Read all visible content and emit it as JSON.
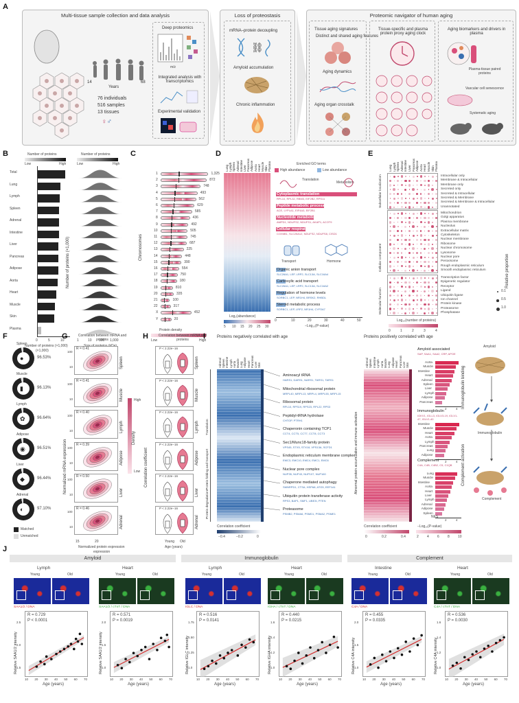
{
  "panel_a": {
    "letter": "A",
    "box1_title": "Multi-tissue sample collection and data analysis",
    "box2_title": "Loss of proteostasis",
    "box3_title": "Proteomic navigator of human aging",
    "years_label": "Years",
    "age_min": "14",
    "age_max": "68",
    "stats": [
      "76 individuals",
      "516 samples",
      "13 tissues"
    ],
    "deep_proteomics": "Deep proteomics",
    "mz_label": "m/z",
    "integrated": "Integrated analysis with transcriptomics",
    "validation": "Experimental validation",
    "loss_items": [
      "mRNA–protein decoupling",
      "Amyloid accumulation",
      "Chronic inflammation"
    ],
    "nav_col1_title": "Tissue aging signatures",
    "nav_col1_sub": "Distinct and shared aging features",
    "nav_col1_items": [
      "Aging dynamics",
      "Aging organ crosstalk"
    ],
    "nav_col2_title": "Tissue-specific and plasma protein proxy aging clock",
    "nav_col3_title": "Aging biomarkers and drivers in plasma",
    "nav_col3_items": [
      "Plasma-tissue paired proteins",
      "Vascular cell senescence",
      "Systematic aging"
    ]
  },
  "panel_b": {
    "letter": "B",
    "legend_title": "Number of proteins",
    "legend_low": "Low",
    "legend_high": "High",
    "tissues": [
      "Total",
      "Lung",
      "Lymph",
      "Spleen",
      "Adrenal",
      "Intestine",
      "Liver",
      "Pancreas",
      "Adipose",
      "Aorta",
      "Heart",
      "Muscle",
      "Skin",
      "Plasma"
    ],
    "values": [
      11.2,
      9.1,
      8.8,
      8.6,
      8.5,
      8.5,
      8.4,
      8.3,
      8.2,
      8.1,
      7.6,
      6.9,
      6.6,
      1.5
    ],
    "xlabel": "Number of proteins (×1,000)",
    "xticks": [
      "0",
      "5",
      "10"
    ],
    "ylabel2": "Number of proteins (×1,000)",
    "xlabel2": "Size of proteins (kDa)",
    "xticks2": [
      "1",
      "10",
      "100",
      "1,000"
    ],
    "legend2_title": "Number of proteins"
  },
  "panel_c": {
    "letter": "C",
    "chromosomes": [
      "1",
      "2",
      "3",
      "4",
      "5",
      "6",
      "7",
      "8",
      "9",
      "10",
      "11",
      "12",
      "13",
      "14",
      "15",
      "16",
      "17",
      "18",
      "19",
      "20",
      "21",
      "22",
      "X",
      "Y"
    ],
    "counts": [
      "1,325",
      "872",
      "748",
      "493",
      "562",
      "629",
      "585",
      "436",
      "492",
      "505",
      "745",
      "687",
      "225",
      "448",
      "390",
      "554",
      "750",
      "180",
      "810",
      "335",
      "100",
      "317",
      "452",
      "20"
    ],
    "ylabel": "Chromosomes",
    "legend_title": "Protein density",
    "legend_low": "Low",
    "legend_high": "High"
  },
  "panel_d": {
    "letter": "D",
    "tissues": [
      "Lung",
      "Lymph",
      "Spleen",
      "Adrenal",
      "Intestine",
      "Liver",
      "Pancreas",
      "Adipose",
      "Aorta",
      "Heart",
      "Muscle",
      "Skin",
      "Plasma"
    ],
    "legend_title": "Enriched GO terms",
    "high": "High abundance",
    "low": "Low abundance",
    "icon_labels": [
      "Translation",
      "Metabolism",
      "Transport",
      "Hormone"
    ],
    "terms_high": [
      {
        "name": "Cytoplasmic translation",
        "genes": "RPL10, RPL32, RBM3, EIF2B2, RPS11",
        "value": 49
      },
      {
        "name": "Peptide metabolic process",
        "genes": "ACE, LYPLA1, EIF4A3, EIF2B1",
        "value": 29
      },
      {
        "name": "Nucleotide metabolic process",
        "genes": "AMPD1, NDUFS2, NDUFS1, AKAP1, ACOT9",
        "value": 23
      },
      {
        "name": "Cellular respiration",
        "genes": "COX6B1, SLC25A12, NDUFS2, NDUFS8, CISD1",
        "value": 18
      }
    ],
    "terms_low": [
      {
        "name": "Organic anion transport",
        "genes": "SLC26A1, LEP, LRP2, SLC13A, SLC16A4",
        "value": 6
      },
      {
        "name": "Carboxylic acid transport",
        "genes": "SLC26A1, LEP, LRP2, SLC13A, SLC16A2",
        "value": 6
      },
      {
        "name": "Regulation of hormone levels",
        "genes": "SORBC1, LEP, NR1H4, BRSK2, RHBDL",
        "value": 6
      },
      {
        "name": "Steroid metabolic process",
        "genes": "SORBC1, LEP, LRP2, NR1H4, CYP2A7",
        "value": 6
      }
    ],
    "xlabel": "Log₂(abundance)",
    "xticks": [
      "5",
      "10",
      "15",
      "20",
      "25",
      "30"
    ],
    "xlabel2": "−Log₁₀(P-value)",
    "xticks2": [
      "0",
      "10",
      "20",
      "30",
      "40",
      "50"
    ]
  },
  "panel_e": {
    "letter": "E",
    "sections": [
      "Subcellular localization",
      "Cellular component",
      "Molecular function"
    ],
    "rows_sub": [
      "Intracellular only",
      "Membrane & Intracellular",
      "Membrane only",
      "Secreted only",
      "Secreted & Intracellular",
      "Secreted & Membrane",
      "Secreted & Membrane & Intracellular",
      "Unannotated"
    ],
    "rows_cc": [
      "Mitochondrion",
      "Golgi apparatus",
      "Plasma membrane",
      "Nucleolus",
      "Extracellular matrix",
      "Cytoskeleton",
      "Nuclear membrane",
      "Ribosome",
      "Nuclear chromosome",
      "Lysosome",
      "Nuclear pore",
      "Peroxisome",
      "Rough endoplasmic reticulum",
      "Smooth endoplasmic reticulum"
    ],
    "rows_mf": [
      "Transcription factor",
      "Epigenetic regulator",
      "Receptor",
      "Ligand",
      "Ubiquitin ligase",
      "Ion channel",
      "Protein kinase",
      "Proteasome",
      "Phosphatase"
    ],
    "xlabel": "Log₁₀(number of proteins)",
    "xticks": [
      "0",
      "1",
      "2",
      "3",
      "4"
    ],
    "size_legend_title": "Relative proportion",
    "size_legend": [
      "0.1",
      "0.5",
      "1.0"
    ]
  },
  "panel_f": {
    "letter": "F",
    "tissues": [
      "Spleen",
      "Muscle",
      "Lymph",
      "Adipose",
      "Liver",
      "Adrenal"
    ],
    "percents": [
      "96.53%",
      "96.13%",
      "96.64%",
      "96.51%",
      "96.44%",
      "97.10%"
    ],
    "legend": [
      "Matched",
      "Unmatched"
    ]
  },
  "panel_g": {
    "letter": "G",
    "title": "Correlation between mRNA and proteins",
    "tissues": [
      "Spleen",
      "Muscle",
      "Lymph",
      "Adipose",
      "Liver",
      "Adrenal"
    ],
    "r_values": [
      "R = 0.41",
      "R = 0.41",
      "R = 0.40",
      "R = 0.39",
      "R = 0.50",
      "R = 0.46"
    ],
    "ylabel": "Normalized mRNA expression",
    "xlabel": "Normalized protein expression",
    "xticks": [
      "15",
      "20"
    ],
    "yticks": [
      "100",
      "10"
    ],
    "legend_title": "Density",
    "legend_high": "High",
    "legend_low": "Low"
  },
  "panel_h": {
    "letter": "H",
    "title": "Correlation between mRNA and proteins",
    "tissues": [
      "Spleen",
      "Muscle",
      "Lymph",
      "Adipose",
      "Liver",
      "Adrenal"
    ],
    "p_value": "P < 2.22e−16",
    "ylabel": "Correlation coefficient",
    "xlabel": "Age (years)",
    "groups": [
      "Young",
      "Old"
    ]
  },
  "panel_i": {
    "letter": "I",
    "title_neg": "Proteins negatively correlated with age",
    "title_pos": "Proteins positively correlated with age",
    "tissues": [
      "Adrenal",
      "Spleen",
      "Intestine",
      "Lymph",
      "Aorta",
      "Muscle",
      "Lung",
      "Adipose",
      "Heart",
      "Pancreas",
      "Liver",
      "Skin"
    ],
    "groups_neg": [
      "Translation",
      "Protein folding and transport",
      "Protein degradation"
    ],
    "terms_neg": [
      {
        "name": "Aminoacyl tRNA",
        "genes": "HARS1, DARS1, NARS1, TARS1, TARS1"
      },
      {
        "name": "Mitochondrial ribosomal protein",
        "genes": "MRPL40, MRPL13, MRPL4, MRPL55, MRPL15"
      },
      {
        "name": "Ribosomal protein",
        "genes": "RPL10, RPS19, RPS23, RPL22, RPS3"
      },
      {
        "name": "Peptidyl-tRNA hydrolase",
        "genes": "CHTOP, PTRH1"
      },
      {
        "name": "Chaperonin containing TCP1",
        "genes": "CCT4, CCT5, CCT7, CCT8, CCT3"
      },
      {
        "name": "Sec1/Munc18-family protein",
        "genes": "VPS45, STX5, STX18, VPS13A, SCFD1"
      },
      {
        "name": "Endoplasmic reticulum membrane complex",
        "genes": "EMC3, EMC10, EMC4, EMC1, EMC6"
      },
      {
        "name": "Nuclear pore complex",
        "genes": "NUP35, NUP43, NUP107, NUP160"
      },
      {
        "name": "Chaperone mediated autophagy",
        "genes": "SMNRPD1, CTSA, HSPA8, ATG5, EEF1A1"
      },
      {
        "name": "Ubiquitin protein transferase activity",
        "genes": "RPS3, BAP1, SMF1, UBE3I, PTEN"
      },
      {
        "name": "Proteasome",
        "genes": "PSMB2, PSMA6, PSMD1, PSMA2, PSME1"
      }
    ],
    "vert_label_pos": "Abnormal protein accumulation and immune activation",
    "legend_title_neg": "Correlation coefficient",
    "legend_ticks_neg": [
      "−0.4",
      "−0.2",
      "0"
    ],
    "legend_title_pos": "Correlation coefficient",
    "legend_ticks_pos": [
      "0",
      "0.2",
      "0.4"
    ],
    "amyloid_title": "Amyloid associated",
    "amyloid_genes": "SAP, SAA1, SAA2, CRP, APOE",
    "amyloid_tissues": [
      "Aorta",
      "Muscle",
      "Intestine",
      "Heart",
      "Adrenal",
      "Spleen",
      "Liver",
      "Lymph",
      "Adipose",
      "Pancreas"
    ],
    "amyloid_values": [
      4.2,
      3.8,
      3.5,
      3.2,
      3.0,
      2.6,
      2.3,
      2.0,
      1.7,
      1.3
    ],
    "ig_title": "Immunoglobulin",
    "ig_genes": "IGKV1, IGLL3, IGLV3-19, IGLV1-47, IGLV1-40",
    "ig_tissues": [
      "Intestine",
      "Muscle",
      "Heart",
      "Aorta",
      "Lymph",
      "Pancreas",
      "Lung",
      "Adipose"
    ],
    "ig_values": [
      4.4,
      3.9,
      3.5,
      3.0,
      2.6,
      2.2,
      1.9,
      1.6
    ],
    "comp_title": "Complement",
    "comp_genes": "C4A, C4B, C4B2, C5, C1QB",
    "comp_tissues": [
      "Lung",
      "Muscle",
      "Intestine",
      "Aorta",
      "Heart",
      "Liver",
      "Lymph",
      "Adrenal",
      "Adipose",
      "Spleen"
    ],
    "comp_values": [
      4.0,
      3.6,
      3.3,
      3.0,
      2.7,
      2.4,
      2.1,
      1.9,
      1.6,
      1.3
    ],
    "nes_label": "NES",
    "nes_ticks": [
      "2",
      "4"
    ],
    "pval_legend": "−Log₁₀(P-value)",
    "pval_ticks": [
      "2",
      "4",
      "6",
      "8",
      "10"
    ],
    "schematic": [
      "Amyloid",
      "Immunoglobulin binding",
      "Immunoglobulin",
      "Complement activation",
      "Complement"
    ]
  },
  "panel_j": {
    "letter": "J",
    "groups": [
      "Amyloid",
      "Immunoglobulin",
      "Complement"
    ],
    "young": "Young",
    "old": "Old",
    "xlabel": "Age (years)",
    "xticks": [
      "10",
      "20",
      "30",
      "40",
      "50",
      "60",
      "70"
    ],
    "plots": [
      {
        "tissue": "Lymph",
        "stain": "SAA1/2 / DNA",
        "r": "R = 0.729",
        "p": "P < 0.0001",
        "ylabel": "Relative SAA1/2 intensity",
        "yticks": [
          "1.5",
          "2.0",
          "2.5"
        ]
      },
      {
        "tissue": "Heart",
        "stain": "SAA1/2 / cTnT / DNA",
        "r": "R = 0.571",
        "p": "P = 0.0019",
        "ylabel": "Relative SAA1/2 intensity",
        "yticks": [
          "1.0",
          "1.5",
          "2.0"
        ]
      },
      {
        "tissue": "Lymph",
        "stain": "IGLC / DNA",
        "r": "R = 0.516",
        "p": "P = 0.0141",
        "ylabel": "Relative IGLC intensity",
        "yticks": [
          "1.0",
          "1.25",
          "1.50",
          "1.75"
        ]
      },
      {
        "tissue": "Heart",
        "stain": "IGHA / cTnT / DNA",
        "r": "R = 0.440",
        "p": "P = 0.0215",
        "ylabel": "Relative IGHA intensity",
        "yticks": [
          "1.0",
          "1.2",
          "1.4",
          "1.6"
        ]
      },
      {
        "tissue": "Intestine",
        "stain": "C4A / DNA",
        "r": "R = 0.455",
        "p": "P = 0.0335",
        "ylabel": "Relative C4A intensity",
        "yticks": [
          "1.0",
          "1.5",
          "2.0"
        ]
      },
      {
        "tissue": "Heart",
        "stain": "C4A / cTnT / DNA",
        "r": "R = 0.536",
        "p": "P = 0.0030",
        "ylabel": "Relative C4A intensity",
        "yticks": [
          "1.0",
          "1.2",
          "1.4",
          "1.6"
        ]
      }
    ]
  },
  "colors": {
    "pink": "#d94f7a",
    "blue": "#3a6fb0",
    "panel_bg": "#f4f4f4"
  }
}
